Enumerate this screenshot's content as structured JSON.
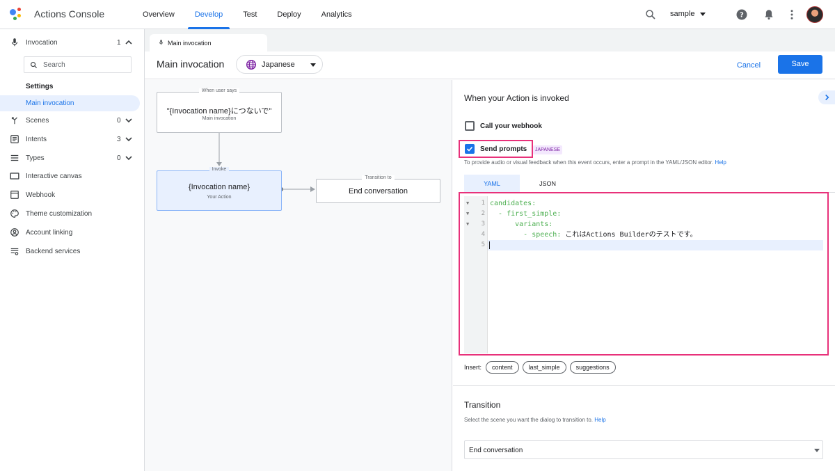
{
  "app": {
    "title": "Actions Console",
    "project": "sample"
  },
  "nav": {
    "tabs": [
      "Overview",
      "Develop",
      "Test",
      "Deploy",
      "Analytics"
    ],
    "active": "Develop"
  },
  "sidebar": {
    "invocation": {
      "label": "Invocation",
      "count": "1"
    },
    "search_placeholder": "Search",
    "settings": "Settings",
    "main_invocation": "Main invocation",
    "items": [
      {
        "label": "Scenes",
        "count": "0"
      },
      {
        "label": "Intents",
        "count": "3"
      },
      {
        "label": "Types",
        "count": "0"
      },
      {
        "label": "Interactive canvas"
      },
      {
        "label": "Webhook"
      },
      {
        "label": "Theme customization"
      },
      {
        "label": "Account linking"
      },
      {
        "label": "Backend services"
      }
    ]
  },
  "file_tab": "Main invocation",
  "header": {
    "title": "Main invocation",
    "language": "Japanese",
    "cancel": "Cancel",
    "save": "Save"
  },
  "flow": {
    "trigger": {
      "caption": "When user says",
      "main": "\"{Invocation name}につないで\"",
      "sub": "Main invocation"
    },
    "invoke": {
      "caption": "Invoke",
      "main": "{Invocation name}",
      "sub": "Your Action"
    },
    "transition": {
      "caption": "Transition to",
      "main": "End conversation"
    }
  },
  "panel": {
    "title": "When your Action is invoked",
    "webhook_label": "Call your webhook",
    "prompts_label": "Send prompts",
    "badge": "JAPANESE",
    "hint": "To provide audio or visual feedback when this event occurs, enter a prompt in the YAML/JSON editor.",
    "help": "Help",
    "editor_tabs": [
      "YAML",
      "JSON"
    ],
    "code": [
      {
        "num": "1",
        "key": "candidates:",
        "val": ""
      },
      {
        "num": "2",
        "key": "  - first_simple:",
        "val": ""
      },
      {
        "num": "3",
        "key": "      variants:",
        "val": ""
      },
      {
        "num": "4",
        "key": "        - speech:",
        "val": " これはActions Builderのテストです。"
      },
      {
        "num": "5",
        "key": "",
        "val": ""
      }
    ],
    "insert_label": "Insert:",
    "chips": [
      "content",
      "last_simple",
      "suggestions"
    ],
    "transition": {
      "title": "Transition",
      "hint": "Select the scene you want the dialog to transition to.",
      "help": "Help",
      "value": "End conversation"
    }
  },
  "colors": {
    "accent": "#1a73e8",
    "highlight": "#e8317a",
    "yaml_key": "#4caf50"
  }
}
